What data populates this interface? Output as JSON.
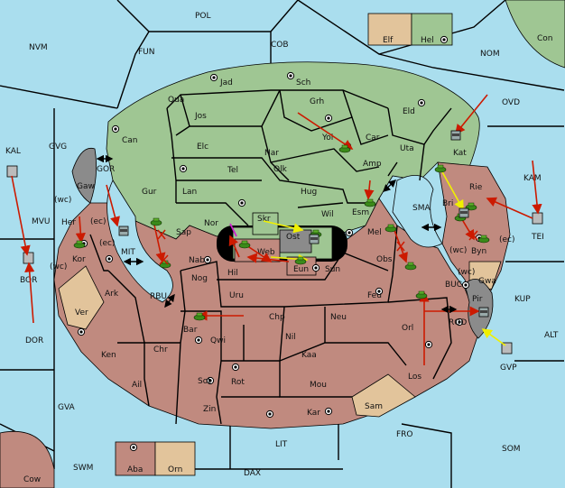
{
  "map": {
    "territories": {
      "pol": "POL",
      "nvm": "NVM",
      "fun": "FUN",
      "cob": "COB",
      "nom": "NOM",
      "con": "Con",
      "elf": "Elf",
      "hel": "Hel",
      "kal": "KAL",
      "gvg": "GVG",
      "ovd": "OVD",
      "jad": "Jad",
      "sch": "Sch",
      "qua": "Qua",
      "jos": "Jos",
      "grh": "Grh",
      "eld": "Eld",
      "can": "Can",
      "elc": "Elc",
      "nar": "Nar",
      "yol": "Yol",
      "car": "Car",
      "kat": "Kat",
      "uta": "Uta",
      "gor": "GOR",
      "tel": "Tel",
      "olk": "Olk",
      "amp": "Amp",
      "kam": "KAM",
      "gaw": "Gaw",
      "gur": "Gur",
      "lan": "Lan",
      "hug": "Hug",
      "rie": "Rie",
      "mvu": "MVU",
      "her": "Her",
      "wc1": "(wc)",
      "ec1": "(ec)",
      "nor": "Nor",
      "skr": "Skr",
      "wil": "Wil",
      "esm": "Esm",
      "sma": "SMA",
      "bri": "Bri",
      "wc2": "(wc)",
      "ec2": "(ec)",
      "sap": "Sap",
      "ost": "Ost",
      "mel": "Mel",
      "tei": "TEI",
      "mit": "MIT",
      "web": "Web",
      "byn": "Byn",
      "kor": "Kor",
      "wc3": "(wc)",
      "ec3": "(ec)",
      "nab": "Nab",
      "eun": "Eun",
      "sun": "Sun",
      "obs": "Obs",
      "bor": "BOR",
      "hil": "Hil",
      "wc4": "(wc)",
      "gwa": "Gwa",
      "ark": "Ark",
      "rbu": "RBU",
      "nog": "Nog",
      "buc": "BUC",
      "kup": "KUP",
      "ver": "Ver",
      "uru": "Uru",
      "feu": "Feu",
      "pir": "Pir",
      "dor": "DOR",
      "chp": "Chp",
      "neu": "Neu",
      "rod": "ROD",
      "bar": "Bar",
      "qwi": "Qwi",
      "nil": "Nil",
      "orl": "Orl",
      "alt": "ALT",
      "chr": "Chr",
      "ken": "Ken",
      "kaa": "Kaa",
      "gvp": "GVP",
      "sot": "Sot",
      "rot": "Rot",
      "los": "Los",
      "ail": "Ail",
      "mou": "Mou",
      "gva": "GVA",
      "zin": "Zin",
      "sam": "Sam",
      "kar": "Kar",
      "fro": "FRO",
      "lit": "LIT",
      "som": "SOM",
      "swm": "SWM",
      "aba": "Aba",
      "orn": "Orn",
      "dax": "DAX",
      "cow": "Cow"
    },
    "colors": {
      "sea": "#aadeee",
      "green_power": "#9fc693",
      "red_power": "#c08a7f",
      "neutral": "#e2c49b",
      "impassable": "#8b8b8b",
      "order_move": "#cc1a00",
      "order_support": "#f0f000"
    }
  }
}
